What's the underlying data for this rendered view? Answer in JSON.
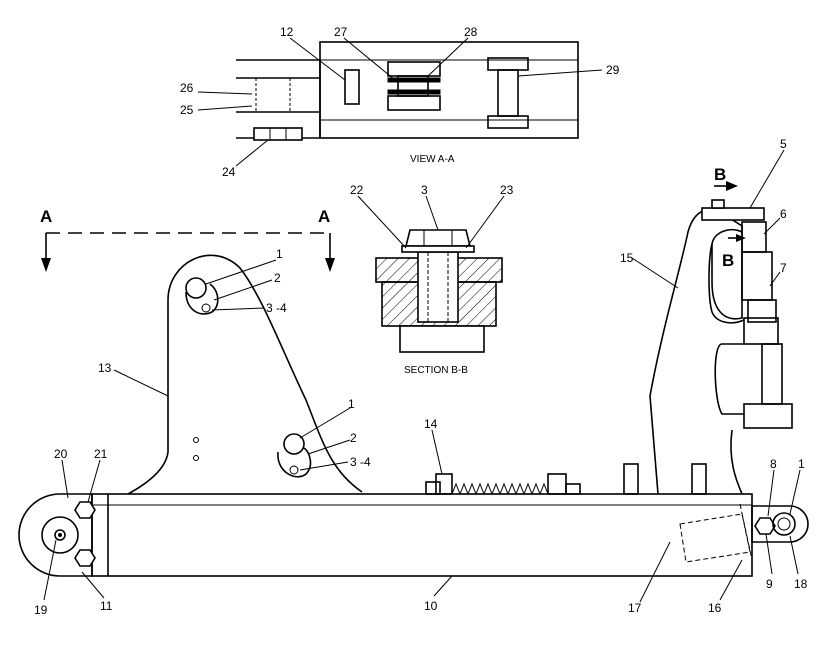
{
  "captions": {
    "view_aa": "VIEW A-A",
    "section_bb": "SECTION B-B"
  },
  "section_markers": {
    "a_left": "A",
    "a_right": "A",
    "b_top": "B",
    "b_bottom": "B"
  },
  "callouts": {
    "c12": "12",
    "c27": "27",
    "c28": "28",
    "c29": "29",
    "c26": "26",
    "c25": "25",
    "c24": "24",
    "c22": "22",
    "c3_sec": "3",
    "c23": "23",
    "c5": "5",
    "c6": "6",
    "c7": "7",
    "c15": "15",
    "c1_a": "1",
    "c2_a": "2",
    "c34_a": "3 -4",
    "c13": "13",
    "c1_b": "1",
    "c2_b": "2",
    "c34_b": "3 -4",
    "c14": "14",
    "c20": "20",
    "c21": "21",
    "c19": "19",
    "c11": "11",
    "c10": "10",
    "c17": "17",
    "c16": "16",
    "c8": "8",
    "c1_c": "1",
    "c9": "9",
    "c18": "18"
  }
}
